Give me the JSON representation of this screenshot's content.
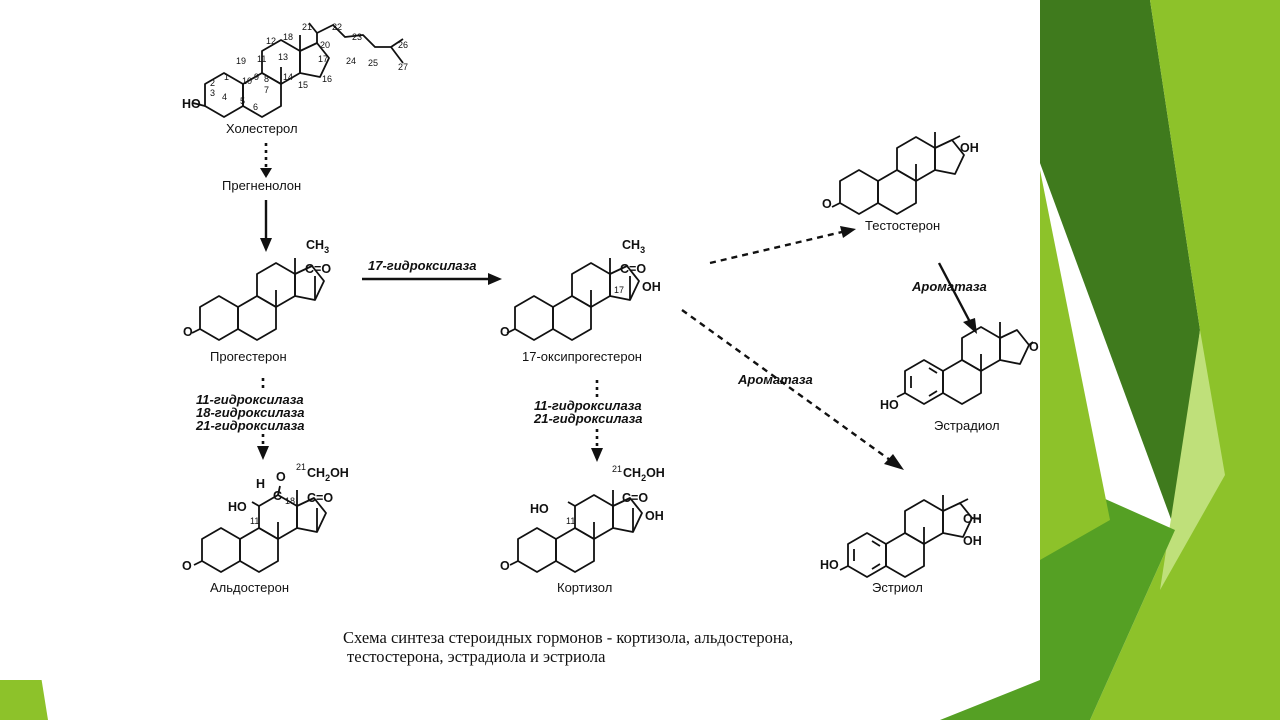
{
  "theme": {
    "dark_green": "#3f7a1d",
    "mid_green": "#55a024",
    "light_green": "#8dc22a",
    "pale_green": "#bfe07a"
  },
  "compounds": {
    "cholesterol": "Холестерол",
    "pregnenolone": "Прегненолон",
    "progesterone": "Прогестерон",
    "hydroxyprogesterone": "17-оксипрогестерон",
    "testosterone": "Тестостерон",
    "estradiol": "Эстрадиол",
    "aldosterone": "Альдостерон",
    "cortisol": "Кортизол",
    "estriol": "Эстриол"
  },
  "enzymes": {
    "hydroxylase17": "17-гидроксилаза",
    "aromatase_top": "Ароматаза",
    "aromatase_mid": "Ароматаза",
    "left_1": "11-гидроксилаза",
    "left_2": "18-гидроксилаза",
    "left_3": "21-гидроксилаза",
    "mid_1": "11-гидроксилаза",
    "mid_2": "21-гидроксилаза"
  },
  "groups": {
    "ho": "HO",
    "oh": "OH",
    "o": "O",
    "ch3": "CH",
    "ch3_sub": "3",
    "c_eq_o": "C=O",
    "ch2oh": "CH",
    "ch2oh_sub": "2",
    "ch2oh_tail": "OH",
    "h": "H",
    "c": "C"
  },
  "numbers": {
    "n1": "1",
    "n2": "2",
    "n3": "3",
    "n4": "4",
    "n5": "5",
    "n6": "6",
    "n7": "7",
    "n8": "8",
    "n9": "9",
    "n10": "10",
    "n11": "11",
    "n12": "12",
    "n13": "13",
    "n14": "14",
    "n15": "15",
    "n16": "16",
    "n17": "17",
    "n18": "18",
    "n19": "19",
    "n20": "20",
    "n21": "21",
    "n22": "22",
    "n23": "23",
    "n24": "24",
    "n25": "25",
    "n26": "26",
    "n27": "27"
  },
  "caption": {
    "line1": "Схема синтеза стероидных гормонов - кортизола, альдостерона,",
    "line2": "тестостерона, эстрадиола и эстриола"
  }
}
